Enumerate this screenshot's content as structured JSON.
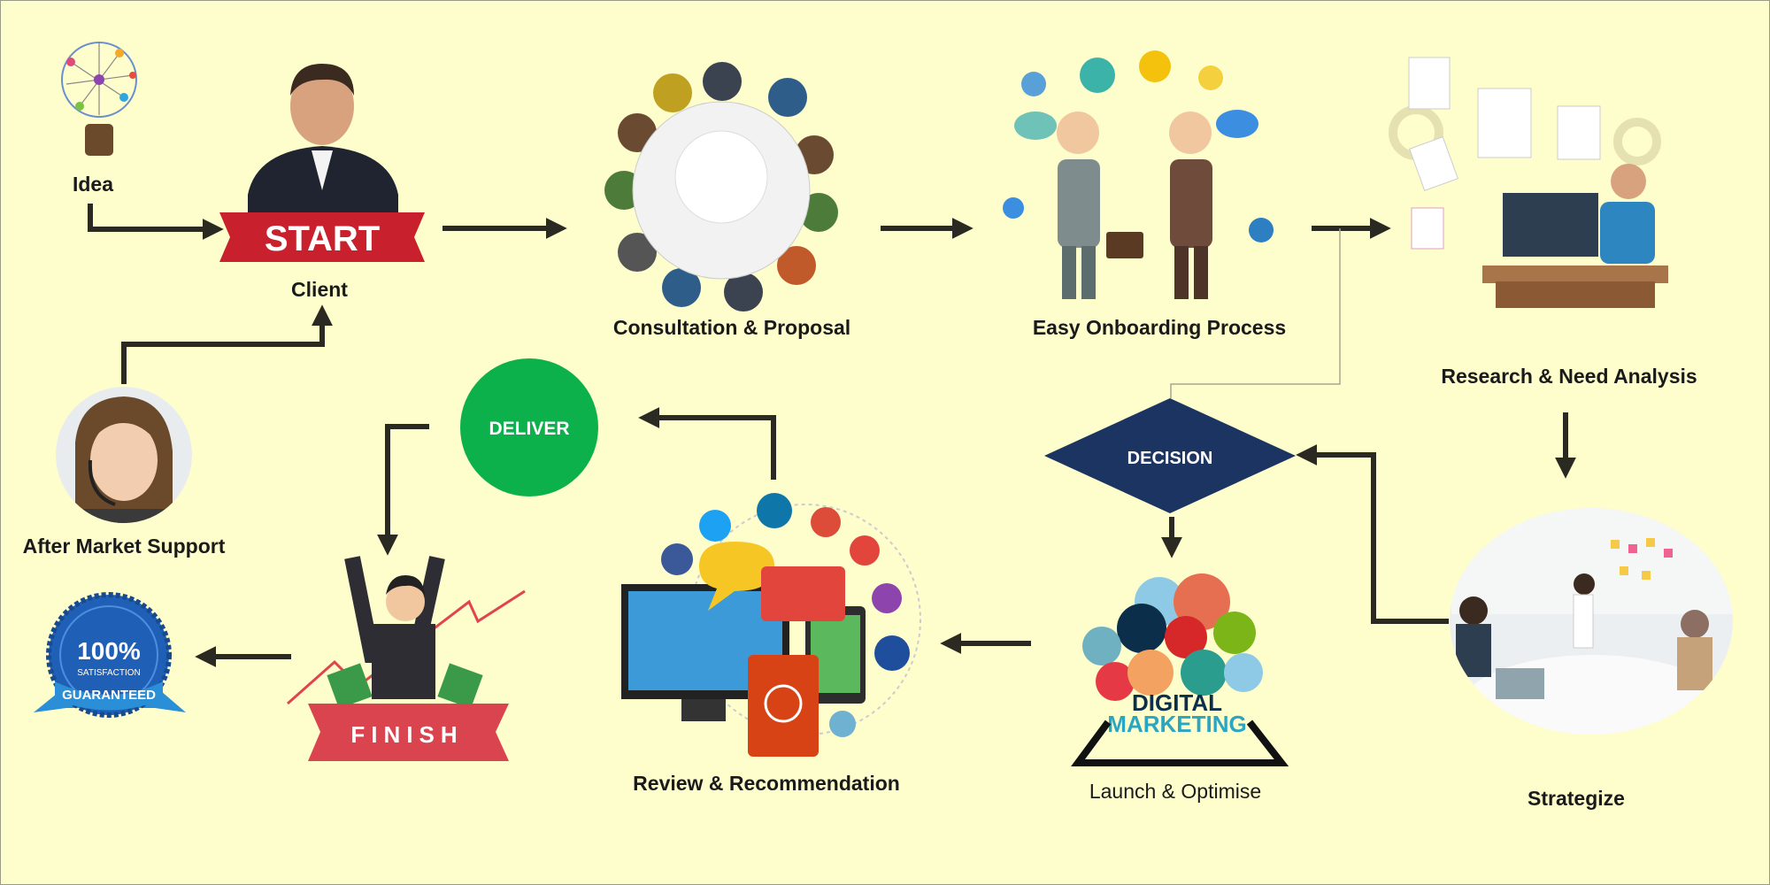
{
  "steps": {
    "idea": "Idea",
    "client": "Client",
    "consultation": "Consultation & Proposal",
    "onboarding": "Easy Onboarding Process",
    "research": "Research & Need Analysis",
    "strategize": "Strategize",
    "decision": "DECISION",
    "launch": "Launch & Optimise",
    "review": "Review & Recommendation",
    "deliver": "DELIVER",
    "after_support": "After Market Support"
  },
  "graphics": {
    "start_banner": "START",
    "finish_banner": "FINISH",
    "badge_percent": "100%",
    "badge_satisfaction": "SATISFACTION",
    "badge_guaranteed": "GUARANTEED",
    "digital": "DIGITAL",
    "marketing": "MARKETING"
  },
  "colors": {
    "background": "#fefdcc",
    "arrow": "#2b2a22",
    "decision": "#1b3461",
    "deliver": "#0db14b",
    "banner_red": "#d9444f",
    "badge_blue": "#1f5fb5"
  }
}
